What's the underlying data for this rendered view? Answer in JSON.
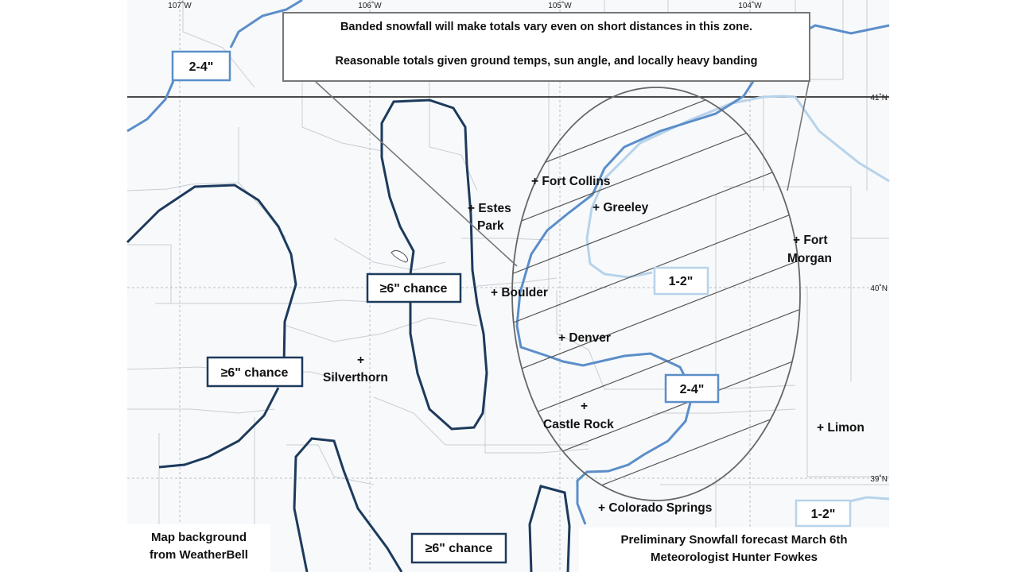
{
  "callout": {
    "line1": "Banded snowfall will make totals vary even on short distances in this zone.",
    "line2": "Reasonable totals given ground temps, sun angle, and locally heavy banding"
  },
  "longitudes": [
    "107˚W",
    "106˚W",
    "105˚W",
    "104˚W"
  ],
  "latitudes": [
    "41˚N",
    "40˚N",
    "39˚N"
  ],
  "totals": {
    "t_2_4_nw": "2-4\"",
    "t_6_chance_mid": "≥6\" chance",
    "t_6_chance_west": "≥6\" chance",
    "t_6_chance_south": "≥6\" chance",
    "t_1_2_center": "1-2\"",
    "t_2_4_center": "2-4\"",
    "t_1_2_se": "1-2\""
  },
  "cities": {
    "fort_collins": "+ Fort Collins",
    "estes_1": "+ Estes",
    "estes_2": "Park",
    "greeley": "+ Greeley",
    "fort_morgan_1": "+ Fort",
    "fort_morgan_2": "Morgan",
    "boulder": "+ Boulder",
    "denver": "+ Denver",
    "silverthorn_mark": "+",
    "silverthorn": "Silverthorn",
    "castle_rock_mark": "+",
    "castle_rock": "Castle Rock",
    "limon": "+ Limon",
    "colorado_springs": "+ Colorado Springs"
  },
  "footer": {
    "left_1": "Map background",
    "left_2": "from WeatherBell",
    "right_1": "Preliminary Snowfall forecast March 6th",
    "right_2": "Meteorologist Hunter Fowkes"
  },
  "colors": {
    "contour_6in": "#1d3a5c",
    "contour_2_4": "#5b8ec9",
    "contour_1_2": "#b7d3ea",
    "map_bg": "#f7f9fb"
  }
}
